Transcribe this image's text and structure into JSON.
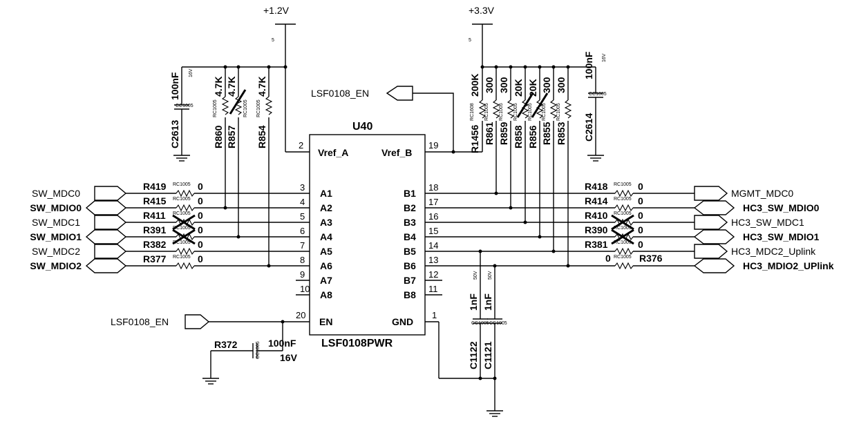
{
  "power": {
    "v12": "+1.2V",
    "v33": "+3.3V",
    "pin5": "5"
  },
  "chip": {
    "ref": "U40",
    "part": "LSF0108PWR",
    "vref_a": "Vref_A",
    "vref_b": "Vref_B",
    "en": "EN",
    "gnd": "GND",
    "a": [
      "A1",
      "A2",
      "A3",
      "A4",
      "A5",
      "A6",
      "A7",
      "A8"
    ],
    "b": [
      "B1",
      "B2",
      "B3",
      "B4",
      "B5",
      "B6",
      "B7",
      "B8"
    ],
    "a_pins": [
      "3",
      "4",
      "5",
      "6",
      "7",
      "8",
      "9",
      "10"
    ],
    "b_pins": [
      "18",
      "17",
      "16",
      "15",
      "14",
      "13",
      "12",
      "11"
    ],
    "pin_vref_a": "2",
    "pin_vref_b": "19",
    "pin_en": "20",
    "pin_gnd": "1"
  },
  "left_nets": [
    "SW_MDC0",
    "SW_MDIO0",
    "SW_MDC1",
    "SW_MDIO1",
    "SW_MDC2",
    "SW_MDIO2"
  ],
  "right_nets": [
    "MGMT_MDC0",
    "HC3_SW_MDIO0",
    "HC3_SW_MDC1",
    "HC3_SW_MDIO1",
    "HC3_MDC2_Uplink",
    "HC3_MDIO2_UPlink"
  ],
  "left_res": [
    "R419",
    "R415",
    "R411",
    "R391",
    "R382",
    "R377"
  ],
  "right_res": [
    "R418",
    "R414",
    "R410",
    "R390",
    "R381",
    "R376"
  ],
  "res_val": "0",
  "pkg_1005": "RC1005",
  "pkg_1608": "RC1608",
  "pkg_cap": "CC1005",
  "left_pullups": {
    "refs": [
      "R860",
      "R857",
      "R854"
    ],
    "vals": [
      "4.7K",
      "4.7K",
      "4.7K"
    ]
  },
  "right_pullups": {
    "refs": [
      "R1456",
      "R861",
      "R859",
      "R858",
      "R856",
      "R855",
      "R853"
    ],
    "vals": [
      "200K",
      "300",
      "300",
      "20K",
      "20K",
      "300",
      "300"
    ]
  },
  "caps": {
    "c2613": {
      "ref": "C2613",
      "val": "100nF",
      "volt": "16V"
    },
    "c2614": {
      "ref": "C2614",
      "val": "100nF",
      "volt": "16V"
    },
    "c1122": {
      "ref": "C1122",
      "val": "1nF",
      "volt": "50V"
    },
    "c1121": {
      "ref": "C1121",
      "val": "1nF",
      "volt": "50V"
    },
    "en_cap": {
      "ref": "R372",
      "val": "100nF",
      "volt": "16V"
    }
  },
  "en_net": "LSF0108_EN"
}
